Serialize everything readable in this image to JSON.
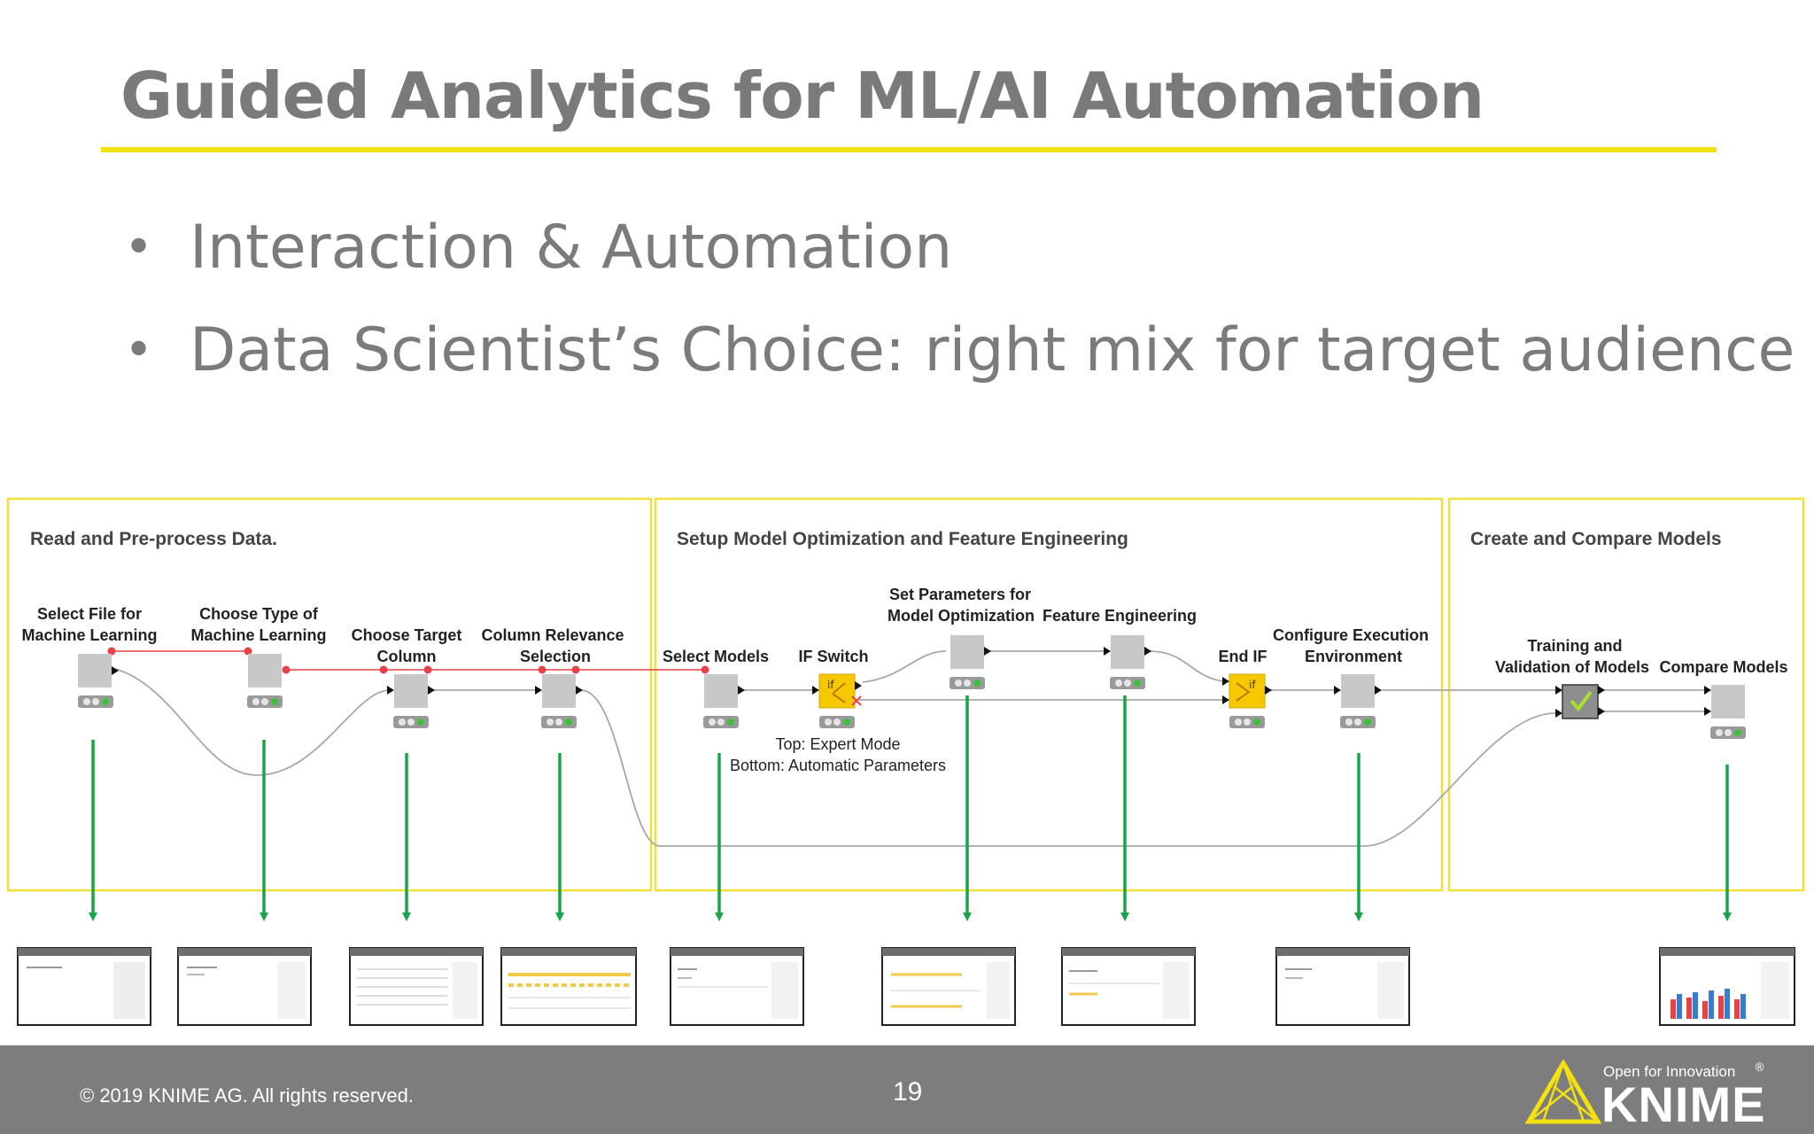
{
  "slide": {
    "title": "Guided Analytics for ML/AI Automation",
    "bullets": [
      "Interaction & Automation",
      "Data Scientist’s Choice: right mix for target audience"
    ]
  },
  "diagram": {
    "sections": [
      {
        "title": "Read and Pre-process Data."
      },
      {
        "title": "Setup Model Optimization and Feature Engineering"
      },
      {
        "title": "Create and Compare Models"
      }
    ],
    "nodes": [
      {
        "label": [
          "Select File for",
          "Machine Learning"
        ]
      },
      {
        "label": [
          "Choose Type of",
          "Machine Learning"
        ]
      },
      {
        "label": [
          "Choose Target",
          "Column"
        ]
      },
      {
        "label": [
          "Column Relevance",
          "Selection"
        ]
      },
      {
        "label": [
          "Select Models"
        ]
      },
      {
        "label": [
          "IF Switch"
        ]
      },
      {
        "label": [
          "Set Parameters for",
          "Model Optimization"
        ]
      },
      {
        "label": [
          "Feature Engineering"
        ]
      },
      {
        "label": [
          "End IF"
        ]
      },
      {
        "label": [
          "Configure Execution",
          "Environment"
        ]
      },
      {
        "label": [
          "Training and",
          "Validation of Models"
        ]
      },
      {
        "label": [
          "Compare Models"
        ]
      }
    ],
    "annotation": [
      "Top: Expert Mode",
      "Bottom: Automatic Parameters"
    ]
  },
  "footer": {
    "copyright": "© 2019 KNIME AG. All rights reserved.",
    "page_number": "19",
    "tagline": "Open for Innovation",
    "registered_mark": "®",
    "brand": "KNIME"
  },
  "colors": {
    "title": "#7a7a7a",
    "accent_yellow": "#f5e10f",
    "arrow_green": "#1aa44a",
    "node_gray": "#c8c8c8",
    "switch_yellow": "#f6c800",
    "flow_red": "#e8414a",
    "footer_gray": "#7d7d7d"
  }
}
